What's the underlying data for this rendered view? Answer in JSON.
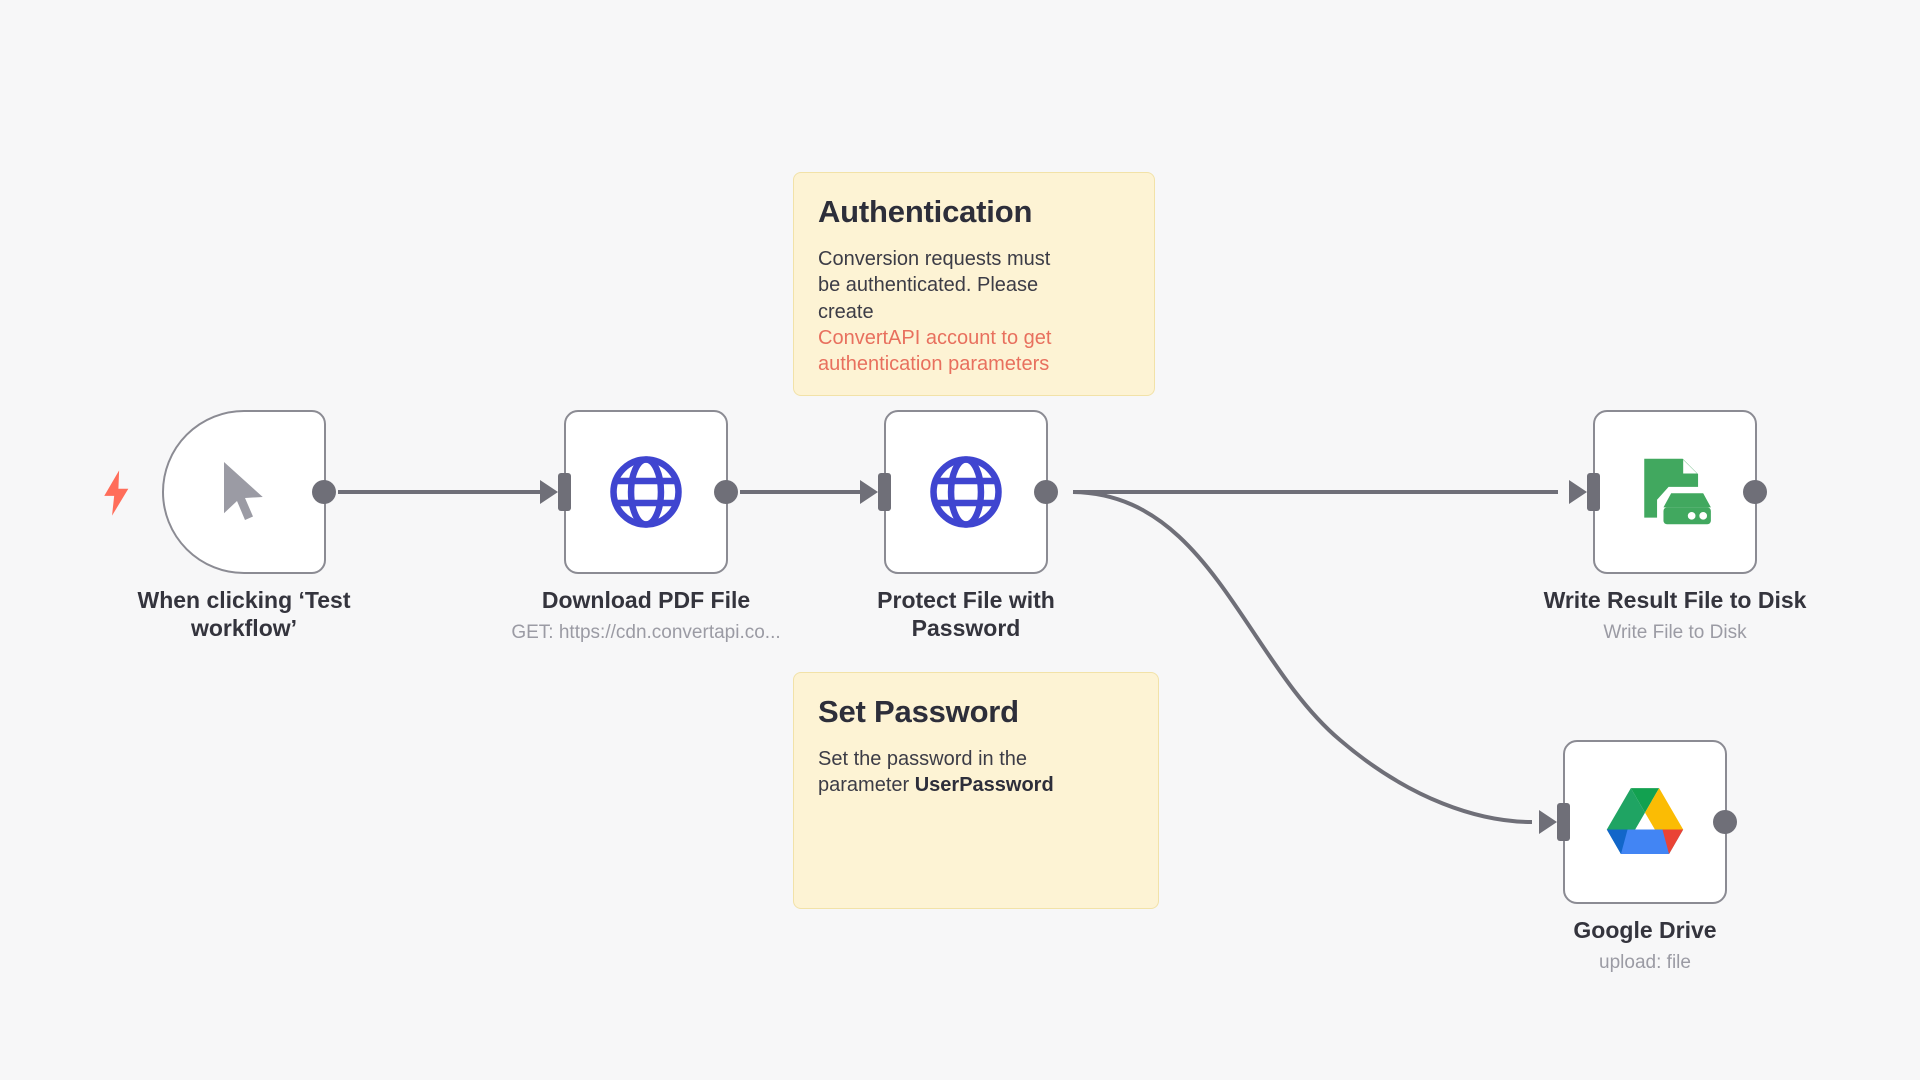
{
  "canvas": {
    "background_color": "#f7f7f8",
    "edge_color": "#6f6f78"
  },
  "nodes": [
    {
      "id": "manual-trigger",
      "name": "When clicking ‘Test\nworkflow’",
      "subtitle": "",
      "icon": "cursor-pointer-icon",
      "icon_color": "#9b9ba4",
      "shape": "trigger",
      "has_trigger_bolt": true,
      "bolt_color": "#ff6d5a"
    },
    {
      "id": "download-pdf-file",
      "name": "Download PDF File",
      "subtitle": "GET: https://cdn.convertapi.co...",
      "icon": "globe-icon",
      "icon_color": "#3f45d0",
      "shape": "square",
      "has_trigger_bolt": false
    },
    {
      "id": "protect-file-with-password",
      "name": "Protect File with\nPassword",
      "subtitle": "",
      "icon": "globe-icon",
      "icon_color": "#3f45d0",
      "shape": "square",
      "has_trigger_bolt": false
    },
    {
      "id": "write-result-file-to-disk",
      "name": "Write Result File to Disk",
      "subtitle": "Write File to Disk",
      "icon": "file-to-disk-icon",
      "icon_color": "#41a85f",
      "shape": "square",
      "has_trigger_bolt": false
    },
    {
      "id": "google-drive",
      "name": "Google Drive",
      "subtitle": "upload: file",
      "icon": "google-drive-icon",
      "icon_color": "#fbbc04",
      "shape": "square",
      "has_trigger_bolt": false
    }
  ],
  "sticky_notes": [
    {
      "id": "authentication-note",
      "title": "Authentication",
      "body_line_1": "Conversion requests must",
      "body_line_2": "be authenticated. Please",
      "body_line_3": "create",
      "link_text": "ConvertAPI account to get",
      "clipped_line": "authentication parameters",
      "background_color": "#fdf3d4",
      "link_color": "#e8705e"
    },
    {
      "id": "set-password-note",
      "title": "Set Password",
      "body_line_1": "Set the password in the",
      "body_line_2_prefix": "parameter ",
      "body_line_2_bold": "UserPassword",
      "background_color": "#fdf3d4"
    }
  ],
  "connections": [
    {
      "from": "manual-trigger",
      "to": "download-pdf-file"
    },
    {
      "from": "download-pdf-file",
      "to": "protect-file-with-password"
    },
    {
      "from": "protect-file-with-password",
      "to": "write-result-file-to-disk"
    },
    {
      "from": "protect-file-with-password",
      "to": "google-drive"
    }
  ]
}
